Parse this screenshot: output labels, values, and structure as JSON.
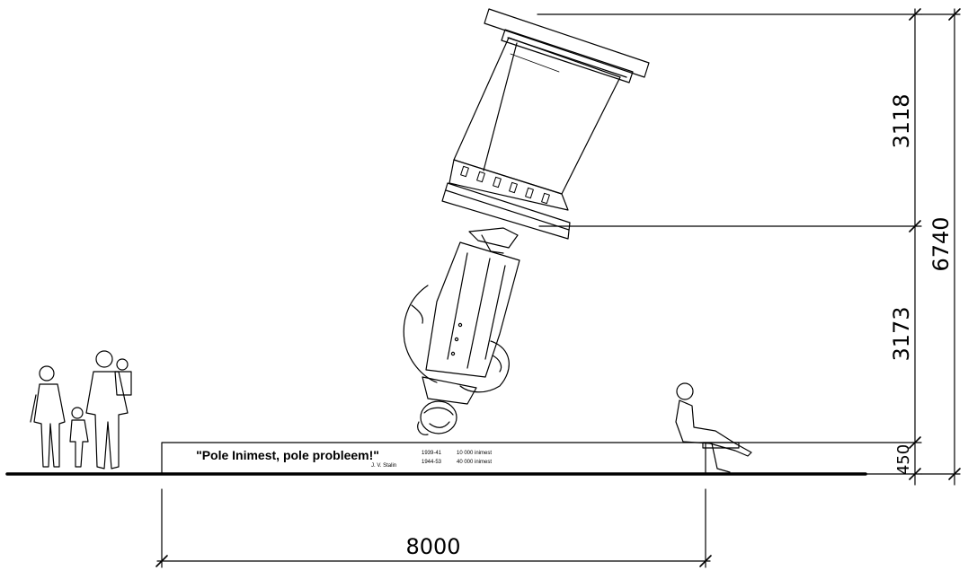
{
  "dimensions": {
    "width": "8000",
    "top_part": "3118",
    "middle_part": "3173",
    "total_height": "6740",
    "base": "450"
  },
  "plinth": {
    "quote": "\"Pole Inimest, pole probleem!\"",
    "author": "J. V. Stalin",
    "stats": [
      {
        "years": "1939-41",
        "count": "10 000 inimest"
      },
      {
        "years": "1944-53",
        "count": "40 000 inimest"
      }
    ]
  },
  "colors": {
    "ink": "#000000",
    "background": "#ffffff"
  }
}
